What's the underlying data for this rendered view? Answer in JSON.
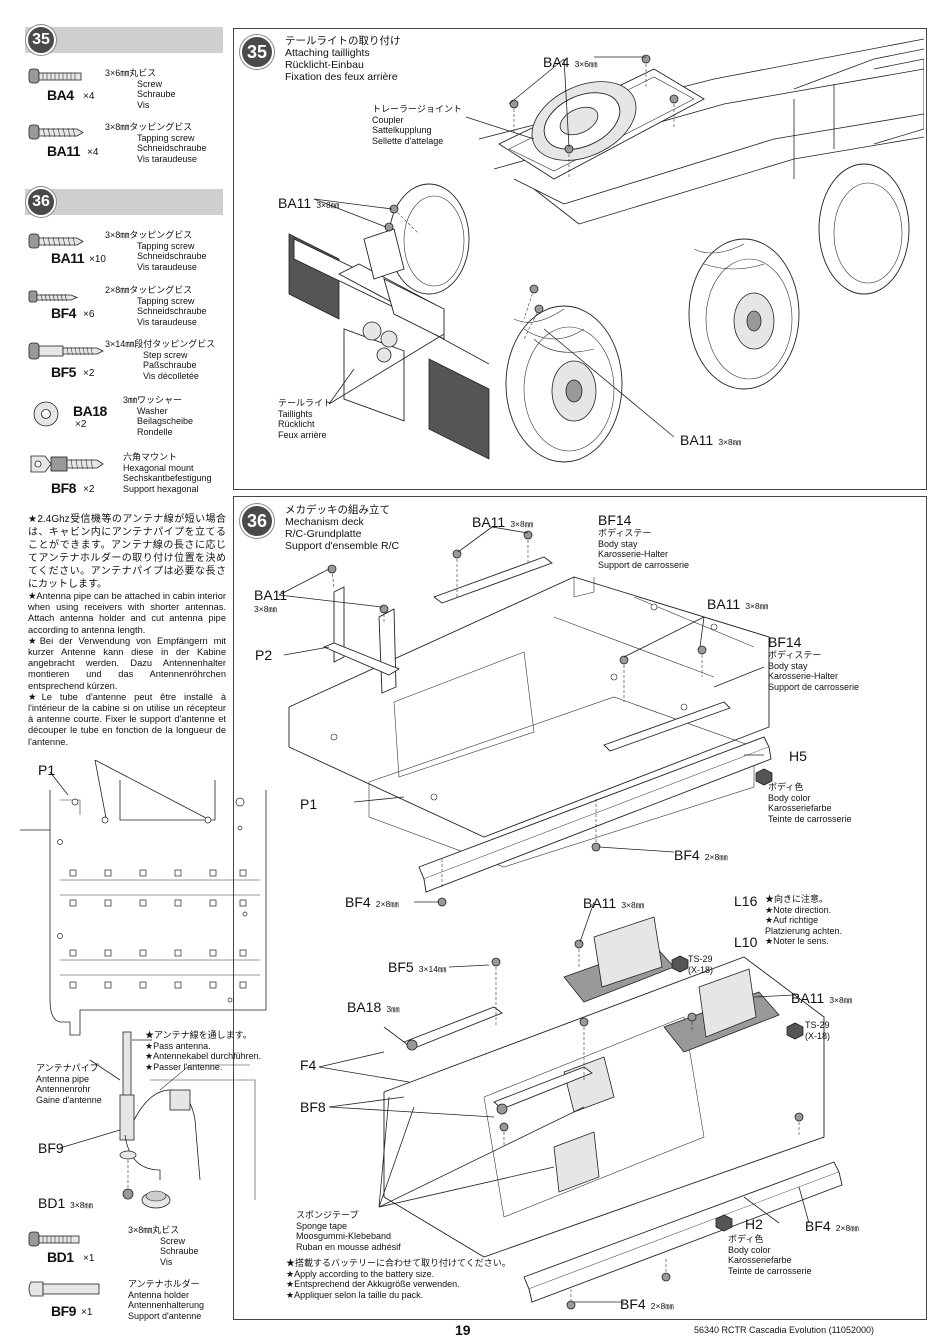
{
  "parts35": {
    "step": "35",
    "items": [
      {
        "code": "BA4",
        "qty": "×4",
        "jp": "3×6㎜丸ビス",
        "en": "Screw",
        "de": "Schraube",
        "fr": "Vis",
        "icon": "screw-icon"
      },
      {
        "code": "BA11",
        "qty": "×4",
        "jp": "3×8㎜タッピングビス",
        "en": "Tapping screw",
        "de": "Schneidschraube",
        "fr": "Vis taraudeuse",
        "icon": "tapping-screw-icon"
      }
    ]
  },
  "parts36": {
    "step": "36",
    "items": [
      {
        "code": "BA11",
        "qty": "×10",
        "jp": "3×8㎜タッピングビス",
        "en": "Tapping screw",
        "de": "Schneidschraube",
        "fr": "Vis taraudeuse",
        "icon": "tapping-screw-icon"
      },
      {
        "code": "BF4",
        "qty": "×6",
        "jp": "2×8㎜タッピングビス",
        "en": "Tapping screw",
        "de": "Schneidschraube",
        "fr": "Vis taraudeuse",
        "icon": "tapping-screw-icon"
      },
      {
        "code": "BF5",
        "qty": "×2",
        "jp": "3×14㎜段付タッピングビス",
        "en": "Step screw",
        "de": "Paßschraube",
        "fr": "Vis décolletée",
        "icon": "step-screw-icon"
      },
      {
        "code": "BA18",
        "qty": "×2",
        "jp": "3㎜ワッシャー",
        "en": "Washer",
        "de": "Beilagscheibe",
        "fr": "Rondelle",
        "icon": "washer-icon"
      },
      {
        "code": "BF8",
        "qty": "×2",
        "jp": "六角マウント",
        "en": "Hexagonal mount",
        "de": "Sechskantbefestigung",
        "fr": "Support hexagonal",
        "icon": "hex-mount-icon"
      }
    ]
  },
  "antenna_note": {
    "jp": "★2.4Ghz受信機等のアンテナ線が短い場合は、キャビン内にアンテナパイプを立てることができます。アンテナ線の長さに応じてアンテナホルダーの取り付け位置を決めてください。アンテナパイプは必要な長さにカットします。",
    "en": "★Antenna pipe can be attached in cabin interior when using receivers with shorter antennas. Attach antenna holder and cut antenna pipe according to antenna length.",
    "de": "★Bei der Verwendung von Empfängern mit kurzer Antenne kann diese in der Kabine angebracht werden. Dazu Antennenhalter montieren und das Antennenröhrchen entsprechend kürzen.",
    "fr": "★Le tube d'antenne peut être installé à l'intérieur de la cabine si on utilise un récepteur à antenne courte. Fixer le support d'antenne et découper le tube en fonction de la longueur de l'antenne."
  },
  "antenna_diagram": {
    "p1": "P1",
    "pass_antenna": "★アンテナ線を通します。\n★Pass antenna.\n★Antennekabel durchführen.\n★Passer l'antenne.",
    "antenna_pipe": "アンテナパイプ\nAntenna pipe\nAntennenrohr\nGaine d'antenne",
    "bf9": "BF9",
    "bd1": "BD1",
    "bd1_size": "3×8㎜",
    "bd1_part": {
      "code": "BD1",
      "qty": "×1",
      "jp": "3×8㎜丸ビス",
      "en": "Screw",
      "de": "Schraube",
      "fr": "Vis"
    },
    "bf9_part": {
      "code": "BF9",
      "qty": "×1",
      "jp": "アンテナホルダー",
      "en": "Antenna holder",
      "de": "Antennenhalterung",
      "fr": "Support d'antenne"
    }
  },
  "step35": {
    "number": "35",
    "title_jp": "テールライトの取り付け",
    "title_en": "Attaching taillights",
    "title_de": "Rücklicht-Einbau",
    "title_fr": "Fixation des feux arrière",
    "coupler": "トレーラージョイント\nCoupler\nSattelkupplung\nSellette d'attelage",
    "taillight": "テールライト\nTaillights\nRücklicht\nFeux arrière",
    "ba4": "BA4",
    "ba4_size": "3×6㎜",
    "ba11_a": "BA11",
    "ba11_a_size": "3×8㎜",
    "ba11_b": "BA11",
    "ba11_b_size": "3×8㎜"
  },
  "step36": {
    "number": "36",
    "title_jp": "メカデッキの組み立て",
    "title_en": "Mechanism deck",
    "title_de": "R/C-Grundplatte",
    "title_fr": "Support d'ensemble R/C",
    "labels": {
      "ba11_1": "BA11",
      "ba11_1_size": "3×8㎜",
      "bf14_1": "BF14",
      "bf14_1_text": "ボディステー\nBody stay\nKarosserie-Halter\nSupport de carrosserie",
      "ba11_2": "BA11",
      "ba11_2_size": "3×8㎜",
      "ba11_3": "BA11",
      "ba11_3_size": "3×8㎜",
      "p2": "P2",
      "bf14_2": "BF14",
      "bf14_2_text": "ボディステー\nBody stay\nKarosserie-Halter\nSupport de carrosserie",
      "h5": "H5",
      "body_color_1": "ボディ色\nBody color\nKarosseriefarbe\nTeinte de carrosserie",
      "p1": "P1",
      "bf4_1": "BF4",
      "bf4_1_size": "2×8㎜",
      "bf4_2": "BF4",
      "bf4_2_size": "2×8㎜",
      "ba11_4": "BA11",
      "ba11_4_size": "3×8㎜",
      "l16": "L16",
      "note_direction": "★向きに注意。\n★Note direction.\n★Auf richtige\nPlatzierung achten.\n★Noter le sens.",
      "l10": "L10",
      "bf5": "BF5",
      "bf5_size": "3×14㎜",
      "ts29_1": "TS-29\n(X-18)",
      "ba11_5": "BA11",
      "ba11_5_size": "3×8㎜",
      "ba18": "BA18",
      "ba18_size": "3㎜",
      "ts29_2": "TS-29\n(X-18)",
      "f4": "F4",
      "bf8": "BF8",
      "sponge": "スポンジテープ\nSponge tape\nMoosgummi-Klebeband\nRuban en mousse adhésif",
      "h2": "H2",
      "bf4_3": "BF4",
      "bf4_3_size": "2×8㎜",
      "body_color_2": "ボディ色\nBody color\nKarosseriefarbe\nTeinte de carrosserie",
      "battery_note": "★搭載するバッテリーに合わせて取り付けてください。\n★Apply according to the battery size.\n★Entsprechend der Akkugröße verwenden.\n★Appliquer selon la taille du pack.",
      "bf4_4": "BF4",
      "bf4_4_size": "2×8㎜"
    }
  },
  "footer": {
    "page": "19",
    "product": "56340 RCTR Cascadia Evolution",
    "code": "(11052000)"
  }
}
